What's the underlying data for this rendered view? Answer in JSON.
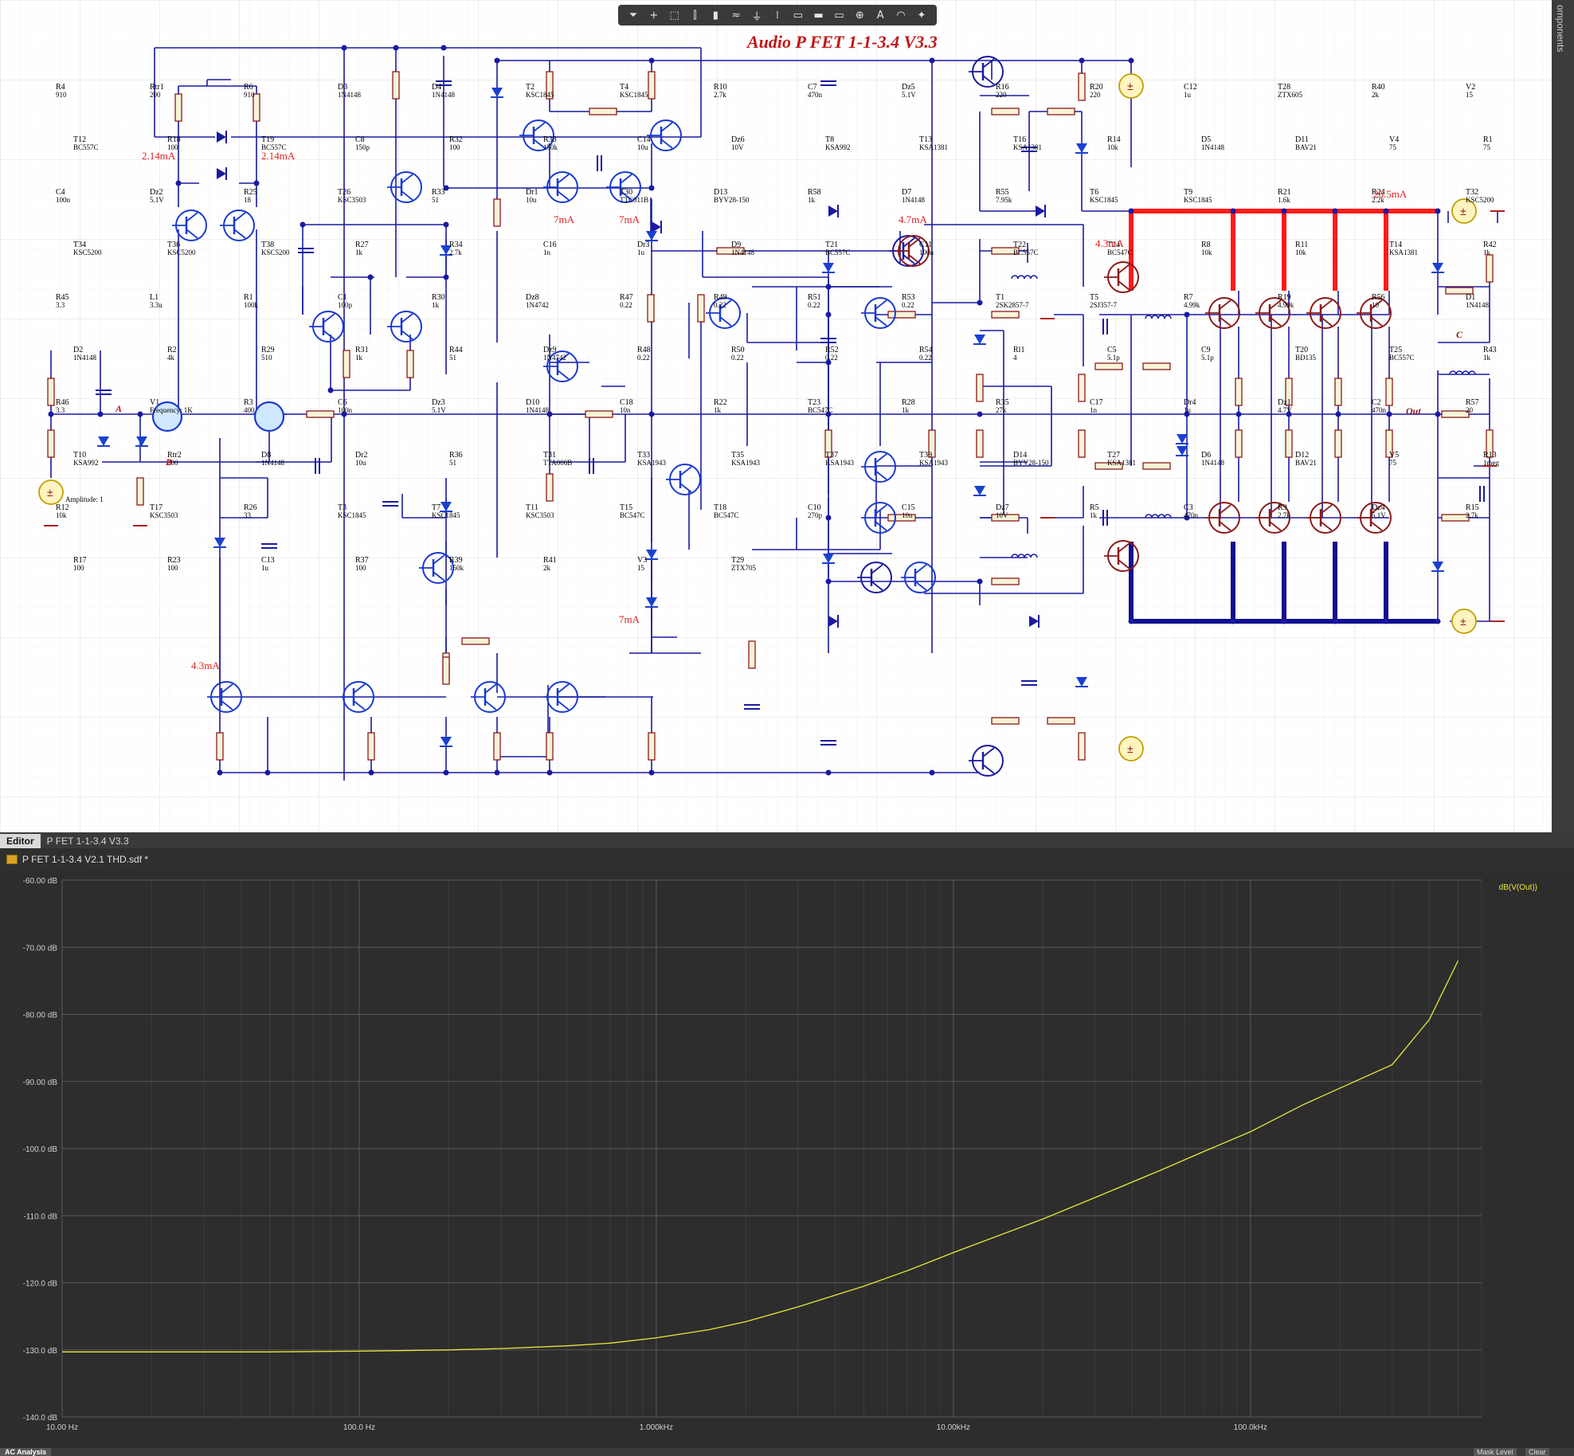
{
  "toolbar": {
    "icons": [
      "filter-icon",
      "plus-icon",
      "select-rect-icon",
      "align-icon",
      "part-icon",
      "wire-icon",
      "ground-icon",
      "bus-icon",
      "net-label-icon",
      "port-icon",
      "power-icon",
      "probe-icon",
      "text-icon",
      "arc-icon",
      "marker-icon"
    ],
    "glyphs": [
      "⏷",
      "+",
      "⬚",
      "⫿",
      "▮",
      "≈",
      "⏚",
      "⁞",
      "▭",
      "▬",
      "▭",
      "⊕",
      "A",
      "◠",
      "✦"
    ]
  },
  "right_panel": {
    "label": "omponents"
  },
  "schematic": {
    "title": "Audio P FET 1-1-3.4 V3.3",
    "current_labels": [
      "2.14mA",
      "2.14mA",
      "7mA",
      "7mA",
      "4.7mA",
      "4.3mA",
      "26.5mA",
      "4.3mA",
      "7mA"
    ],
    "net_labels": [
      "A",
      "B",
      "C",
      "Out"
    ],
    "components": [
      {
        "ref": "R4",
        "val": "910"
      },
      {
        "ref": "Rtr1",
        "val": "200"
      },
      {
        "ref": "R6",
        "val": "910"
      },
      {
        "ref": "D3",
        "val": "1N4148"
      },
      {
        "ref": "D4",
        "val": "1N4148"
      },
      {
        "ref": "T2",
        "val": "KSC1845"
      },
      {
        "ref": "T4",
        "val": "KSC1845"
      },
      {
        "ref": "R10",
        "val": "2.7k"
      },
      {
        "ref": "C7",
        "val": "470n"
      },
      {
        "ref": "Dz5",
        "val": "5.1V"
      },
      {
        "ref": "R16",
        "val": "220"
      },
      {
        "ref": "R20",
        "val": "220"
      },
      {
        "ref": "C12",
        "val": "1u"
      },
      {
        "ref": "T28",
        "val": "ZTX605"
      },
      {
        "ref": "R40",
        "val": "2k"
      },
      {
        "ref": "V2",
        "val": "15"
      },
      {
        "ref": "T12",
        "val": "BC557C"
      },
      {
        "ref": "R18",
        "val": "100"
      },
      {
        "ref": "T19",
        "val": "BC557C"
      },
      {
        "ref": "C8",
        "val": "150p"
      },
      {
        "ref": "R32",
        "val": "100"
      },
      {
        "ref": "R38",
        "val": "150k"
      },
      {
        "ref": "C14",
        "val": "10u"
      },
      {
        "ref": "Dz6",
        "val": "10V"
      },
      {
        "ref": "T8",
        "val": "KSA992"
      },
      {
        "ref": "T13",
        "val": "KSA1381"
      },
      {
        "ref": "T16",
        "val": "KSA1381"
      },
      {
        "ref": "R14",
        "val": "10k"
      },
      {
        "ref": "D5",
        "val": "1N4148"
      },
      {
        "ref": "D11",
        "val": "BAV21"
      },
      {
        "ref": "V4",
        "val": "75"
      },
      {
        "ref": "R1",
        "val": "75"
      },
      {
        "ref": "C4",
        "val": "100n"
      },
      {
        "ref": "Dz2",
        "val": "5.1V"
      },
      {
        "ref": "R25",
        "val": "18"
      },
      {
        "ref": "T26",
        "val": "KSC3503"
      },
      {
        "ref": "R33",
        "val": "51"
      },
      {
        "ref": "Dr1",
        "val": "10u"
      },
      {
        "ref": "T30",
        "val": "TTC011B"
      },
      {
        "ref": "D13",
        "val": "BYV28-150"
      },
      {
        "ref": "R58",
        "val": "1k"
      },
      {
        "ref": "D7",
        "val": "1N4148"
      },
      {
        "ref": "R55",
        "val": "7.95k"
      },
      {
        "ref": "T6",
        "val": "KSC1845"
      },
      {
        "ref": "T9",
        "val": "KSC1845"
      },
      {
        "ref": "R21",
        "val": "1.6k"
      },
      {
        "ref": "R24",
        "val": "2.2k"
      },
      {
        "ref": "T32",
        "val": "KSC5200"
      },
      {
        "ref": "T34",
        "val": "KSC5200"
      },
      {
        "ref": "T36",
        "val": "KSC5200"
      },
      {
        "ref": "T38",
        "val": "KSC5200"
      },
      {
        "ref": "R27",
        "val": "1k"
      },
      {
        "ref": "R34",
        "val": "2.7k"
      },
      {
        "ref": "C16",
        "val": "1n"
      },
      {
        "ref": "Dr3",
        "val": "1u"
      },
      {
        "ref": "D9",
        "val": "1N4148"
      },
      {
        "ref": "T21",
        "val": "BC557C"
      },
      {
        "ref": "C11",
        "val": "100n"
      },
      {
        "ref": "T22",
        "val": "BC557C"
      },
      {
        "ref": "T24",
        "val": "BC547C"
      },
      {
        "ref": "R8",
        "val": "10k"
      },
      {
        "ref": "R11",
        "val": "10k"
      },
      {
        "ref": "T14",
        "val": "KSA1381"
      },
      {
        "ref": "R42",
        "val": "1k"
      },
      {
        "ref": "R45",
        "val": "3.3"
      },
      {
        "ref": "L1",
        "val": "3.3u"
      },
      {
        "ref": "R1",
        "val": "100k"
      },
      {
        "ref": "C1",
        "val": "100p"
      },
      {
        "ref": "R30",
        "val": "1k"
      },
      {
        "ref": "Dz8",
        "val": "1N4742"
      },
      {
        "ref": "R47",
        "val": "0.22"
      },
      {
        "ref": "R49",
        "val": "0.22"
      },
      {
        "ref": "R51",
        "val": "0.22"
      },
      {
        "ref": "R53",
        "val": "0.22"
      },
      {
        "ref": "T1",
        "val": "2SK2857-7"
      },
      {
        "ref": "T5",
        "val": "2SJ357-7"
      },
      {
        "ref": "R7",
        "val": "4.99k"
      },
      {
        "ref": "R19",
        "val": "4.99k"
      },
      {
        "ref": "R56",
        "val": "10"
      },
      {
        "ref": "D1",
        "val": "1N4148"
      },
      {
        "ref": "D2",
        "val": "1N4148"
      },
      {
        "ref": "R2",
        "val": "4k"
      },
      {
        "ref": "R29",
        "val": "510"
      },
      {
        "ref": "R31",
        "val": "1k"
      },
      {
        "ref": "R44",
        "val": "51"
      },
      {
        "ref": "Dz9",
        "val": "1N4742"
      },
      {
        "ref": "R48",
        "val": "0.22"
      },
      {
        "ref": "R50",
        "val": "0.22"
      },
      {
        "ref": "R52",
        "val": "0.22"
      },
      {
        "ref": "R54",
        "val": "0.22"
      },
      {
        "ref": "Rl1",
        "val": "4"
      },
      {
        "ref": "C5",
        "val": "5.1p"
      },
      {
        "ref": "C9",
        "val": "5.1p"
      },
      {
        "ref": "T20",
        "val": "BD135"
      },
      {
        "ref": "T25",
        "val": "BC557C"
      },
      {
        "ref": "R43",
        "val": "1k"
      },
      {
        "ref": "R46",
        "val": "3.3"
      },
      {
        "ref": "V1",
        "val": "Frequency: 1K"
      },
      {
        "ref": "R3",
        "val": "400"
      },
      {
        "ref": "C6",
        "val": "100n"
      },
      {
        "ref": "Dz3",
        "val": "5.1V"
      },
      {
        "ref": "D10",
        "val": "1N4148"
      },
      {
        "ref": "C18",
        "val": "10n"
      },
      {
        "ref": "R22",
        "val": "1k"
      },
      {
        "ref": "T23",
        "val": "BC547C"
      },
      {
        "ref": "R28",
        "val": "1k"
      },
      {
        "ref": "R35",
        "val": "27k"
      },
      {
        "ref": "C17",
        "val": "1n"
      },
      {
        "ref": "Dr4",
        "val": "1u"
      },
      {
        "ref": "Dz1",
        "val": "4.7V"
      },
      {
        "ref": "C2",
        "val": "470n"
      },
      {
        "ref": "R57",
        "val": "20"
      },
      {
        "ref": "T10",
        "val": "KSA992"
      },
      {
        "ref": "Rtr2",
        "val": "200"
      },
      {
        "ref": "D8",
        "val": "1N4148"
      },
      {
        "ref": "Dr2",
        "val": "10u"
      },
      {
        "ref": "R36",
        "val": "51"
      },
      {
        "ref": "T31",
        "val": "TTA006B"
      },
      {
        "ref": "T33",
        "val": "KSA1943"
      },
      {
        "ref": "T35",
        "val": "KSA1943"
      },
      {
        "ref": "T37",
        "val": "KSA1943"
      },
      {
        "ref": "T39",
        "val": "KSA1943"
      },
      {
        "ref": "D14",
        "val": "BYV28-150"
      },
      {
        "ref": "T27",
        "val": "KSA1381"
      },
      {
        "ref": "D6",
        "val": "1N4148"
      },
      {
        "ref": "D12",
        "val": "BAV21"
      },
      {
        "ref": "V5",
        "val": "75"
      },
      {
        "ref": "R13",
        "val": "1meg"
      },
      {
        "ref": "R12",
        "val": "10k"
      },
      {
        "ref": "T17",
        "val": "KSC3503"
      },
      {
        "ref": "R26",
        "val": "33"
      },
      {
        "ref": "T3",
        "val": "KSC1845"
      },
      {
        "ref": "T7",
        "val": "KSC1845"
      },
      {
        "ref": "T11",
        "val": "KSC3503"
      },
      {
        "ref": "T15",
        "val": "BC547C"
      },
      {
        "ref": "T18",
        "val": "BC547C"
      },
      {
        "ref": "C10",
        "val": "270p"
      },
      {
        "ref": "C15",
        "val": "10u"
      },
      {
        "ref": "Dz7",
        "val": "10V"
      },
      {
        "ref": "R5",
        "val": "1k"
      },
      {
        "ref": "C3",
        "val": "470n"
      },
      {
        "ref": "R9",
        "val": "2.7k"
      },
      {
        "ref": "Dz4",
        "val": "5.1V"
      },
      {
        "ref": "R15",
        "val": "2.7k"
      },
      {
        "ref": "R17",
        "val": "100"
      },
      {
        "ref": "R23",
        "val": "100"
      },
      {
        "ref": "C13",
        "val": "1u"
      },
      {
        "ref": "R37",
        "val": "100"
      },
      {
        "ref": "R39",
        "val": "150k"
      },
      {
        "ref": "R41",
        "val": "2k"
      },
      {
        "ref": "V3",
        "val": "15"
      },
      {
        "ref": "T29",
        "val": "ZTX705"
      }
    ],
    "source_amplitude": "Amplitude: 1",
    "colors": {
      "wire": "#1a1aa0",
      "power_pos": "#ff1a1a",
      "power_neg": "#101090",
      "transistor_npn": "#1a3ad0",
      "output_device": "#8b1a1a",
      "part_ref": "#000000",
      "current_label": "#e02020"
    }
  },
  "doc_tabs": [
    {
      "label": "Editor",
      "active": true
    },
    {
      "label": "P FET 1-1-3.4 V3.3",
      "active": false
    }
  ],
  "result_file": {
    "title": "P FET 1-1-3.4 V2.1 THD.sdf *"
  },
  "bottom": {
    "tab": "AC Analysis",
    "buttons": [
      "Mask Level",
      "Clear"
    ]
  },
  "chart_data": {
    "type": "line",
    "title": "",
    "xlabel": "",
    "ylabel": "",
    "x_scale": "log",
    "xlim": [
      10,
      600000
    ],
    "ylim": [
      -140,
      -60
    ],
    "x_ticks": [
      "10.00 Hz",
      "100.0 Hz",
      "1.000kHz",
      "10.00kHz",
      "100.0kHz"
    ],
    "y_ticks": [
      "-60.00 dB",
      "-70.00 dB",
      "-80.00 dB",
      "-90.00 dB",
      "-100.0 dB",
      "-110.0 dB",
      "-120.0 dB",
      "-130.0 dB",
      "-140.0 dB"
    ],
    "grid": true,
    "legend": "top-right",
    "series": [
      {
        "name": "dB(V(Out))",
        "color": "#e8e83a",
        "x": [
          10,
          20,
          50,
          100,
          200,
          300,
          500,
          700,
          1000,
          1500,
          2000,
          3000,
          5000,
          7000,
          10000,
          20000,
          30000,
          50000,
          70000,
          100000,
          150000,
          200000,
          300000,
          400000,
          500000
        ],
        "y": [
          -130.3,
          -130.3,
          -130.3,
          -130.2,
          -130.0,
          -129.8,
          -129.4,
          -129.0,
          -128.2,
          -127.0,
          -125.8,
          -123.6,
          -120.5,
          -118.2,
          -115.5,
          -110.5,
          -107.3,
          -103.2,
          -100.4,
          -97.5,
          -93.5,
          -91.0,
          -87.5,
          -80.8,
          -72.0
        ]
      }
    ]
  }
}
